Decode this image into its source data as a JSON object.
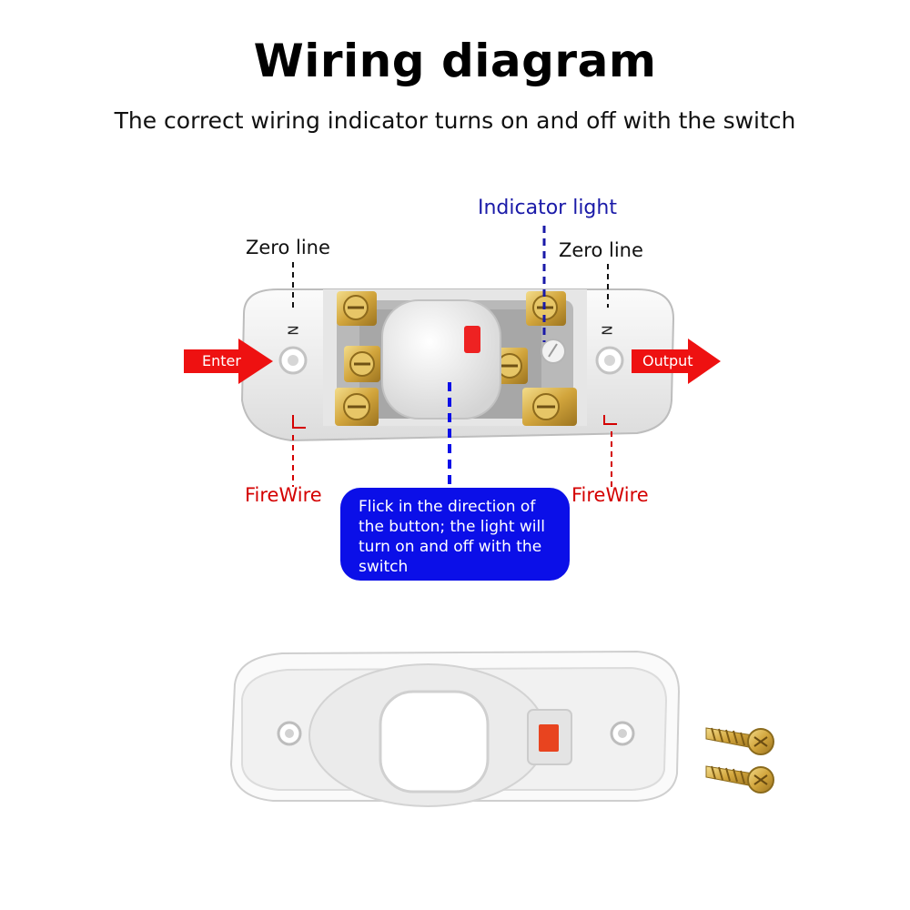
{
  "title": "Wiring diagram",
  "subtitle": "The correct wiring indicator turns on and off with the switch",
  "labels": {
    "zero_line_left": "Zero line",
    "zero_line_right": "Zero line",
    "indicator_light": "Indicator light",
    "n_left": "N",
    "n_right": "N",
    "firewire_left": "FireWire",
    "firewire_right": "FireWire",
    "enter": "Enter",
    "output": "Output"
  },
  "callout": {
    "line1": "Flick in the direction of",
    "line2": "the button; the light will",
    "line3": "turn on and off with the",
    "line4": "switch"
  },
  "colors": {
    "arrow_red": "#ee1111",
    "callout_blue": "#0b0fe8",
    "indicator_text": "#1a1aa8",
    "firewire_text": "#d40000",
    "brass": "#d8b04a"
  }
}
